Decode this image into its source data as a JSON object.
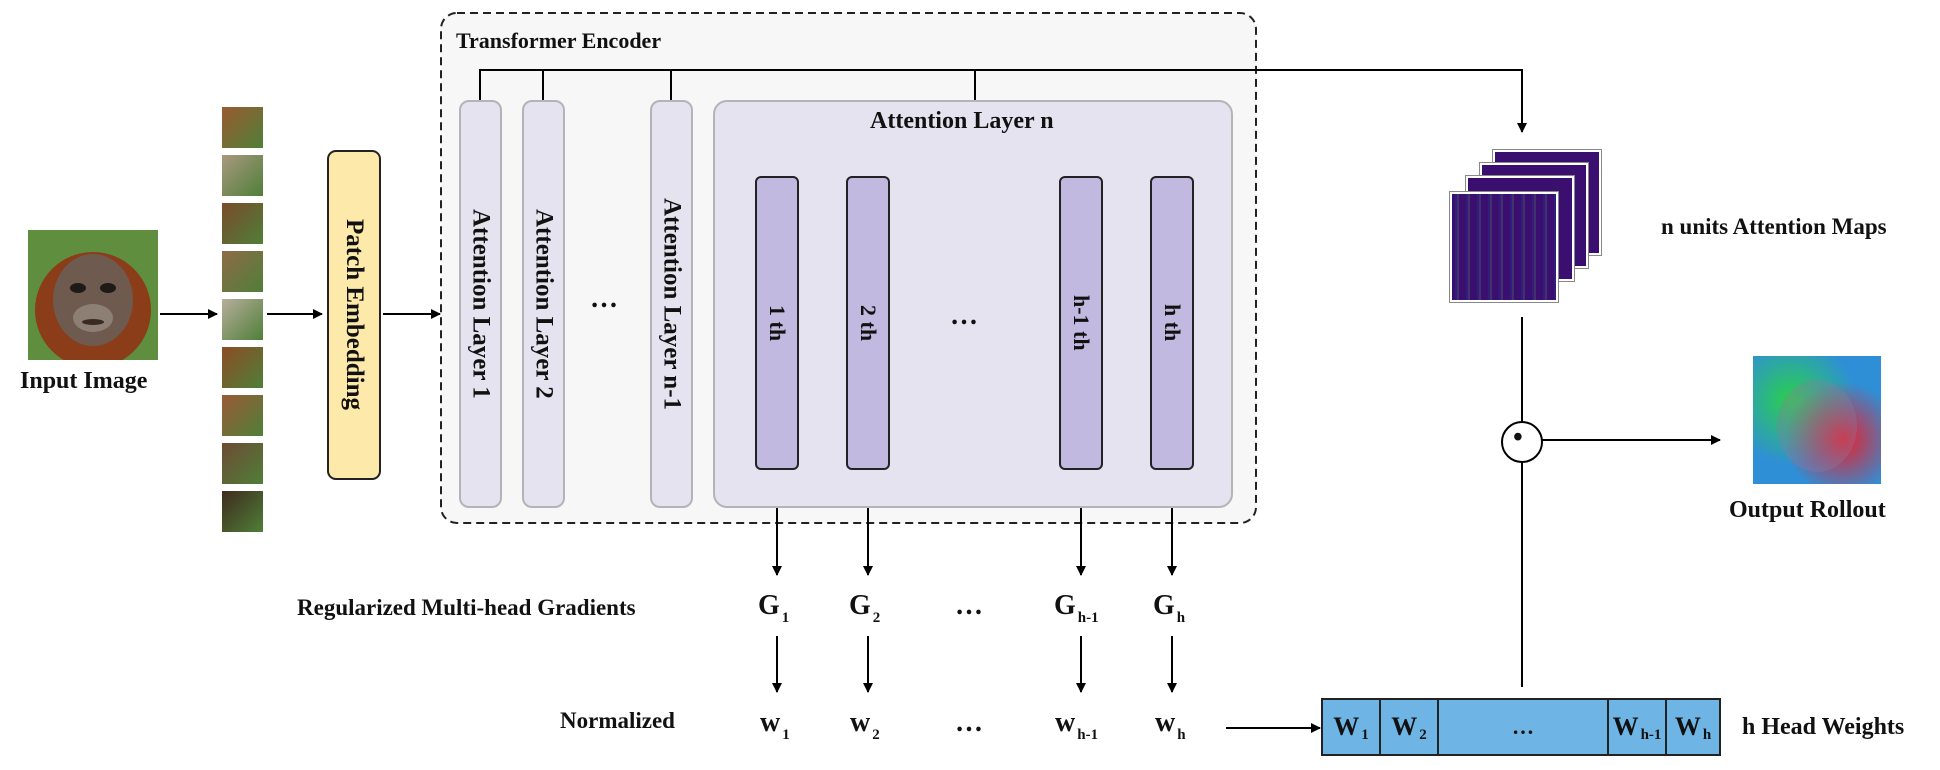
{
  "input_image_label": "Input Image",
  "patch_embedding_label": "Patch Embedding",
  "encoder": {
    "title": "Transformer Encoder",
    "layers": [
      "Attention Layer 1",
      "Attention Layer 2",
      "…",
      "Attention Layer n-1"
    ],
    "attention_layer_n": {
      "title": "Attention Layer n",
      "heads": [
        "1 th",
        "2 th",
        "…",
        "h-1 th",
        "h th"
      ]
    }
  },
  "gradients": {
    "label": "Regularized Multi-head Gradients",
    "items": [
      {
        "base": "G",
        "sub": "1"
      },
      {
        "base": "G",
        "sub": "2"
      },
      {
        "base": "…",
        "sub": ""
      },
      {
        "base": "G",
        "sub": "h-1"
      },
      {
        "base": "G",
        "sub": "h"
      }
    ]
  },
  "normalized": {
    "label": "Normalized",
    "items": [
      {
        "base": "w",
        "sub": "1"
      },
      {
        "base": "w",
        "sub": "2"
      },
      {
        "base": "…",
        "sub": ""
      },
      {
        "base": "w",
        "sub": "h-1"
      },
      {
        "base": "w",
        "sub": "h"
      }
    ]
  },
  "head_weights": {
    "label": "h Head Weights",
    "cells": [
      {
        "base": "W",
        "sub": "1"
      },
      {
        "base": "W",
        "sub": "2"
      },
      {
        "base": "…",
        "sub": ""
      },
      {
        "base": "W",
        "sub": "h-1"
      },
      {
        "base": "W",
        "sub": "h"
      }
    ]
  },
  "attention_maps_label": "n units Attention Maps",
  "hadamard_symbol": "•",
  "output_label": "Output Rollout",
  "colors": {
    "patch_embedding_fill": "#fde9a9",
    "layer_fill": "#e5e3ef",
    "head_fill": "#c2b9e0",
    "encoder_fill": "#f7f7f7",
    "weights_fill": "#6eb4e4",
    "attention_map": "#3b0f6f"
  }
}
